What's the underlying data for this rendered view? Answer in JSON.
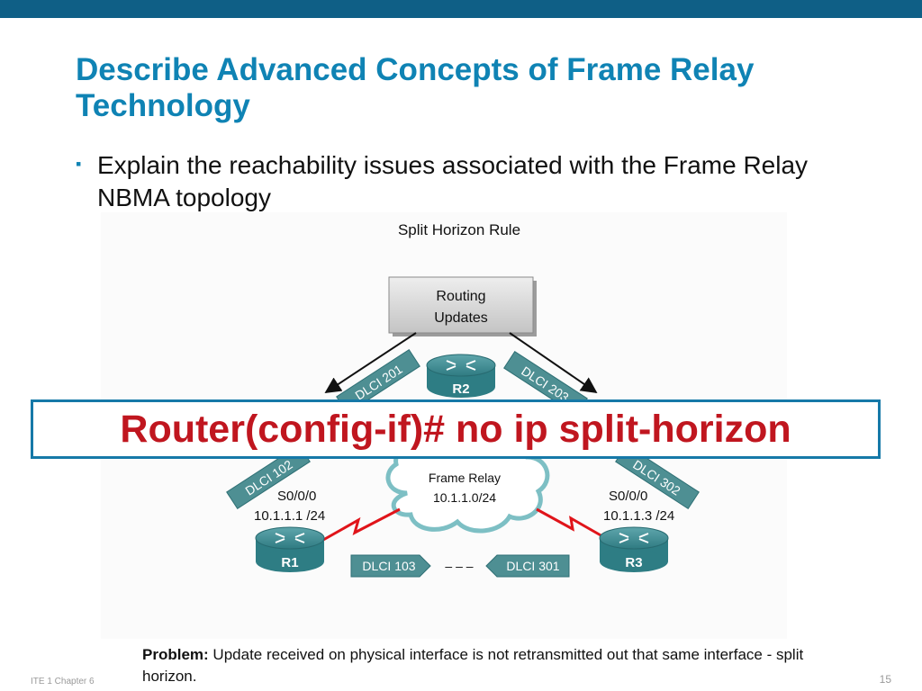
{
  "slide": {
    "title": "Describe Advanced Concepts of Frame Relay Technology",
    "bullet_marker": "▪",
    "bullet": "Explain the reachability issues associated with the Frame Relay NBMA topology"
  },
  "diagram": {
    "title": "Split Horizon Rule",
    "routing_updates": {
      "line1": "Routing",
      "line2": "Updates"
    },
    "routers": {
      "r1": {
        "label": "R1",
        "interface": "S0/0/0",
        "ip": "10.1.1.1 /24"
      },
      "r2": {
        "label": "R2"
      },
      "r3": {
        "label": "R3",
        "interface": "S0/0/0",
        "ip": "10.1.1.3 /24"
      }
    },
    "cloud": {
      "line1": "Frame Relay",
      "line2": "10.1.1.0/24"
    },
    "dlci": {
      "r2_left": "DLCI 201",
      "r2_right": "DLCI 203",
      "r1_up": "DLCI 102",
      "r3_up": "DLCI 302",
      "r1_right": "DLCI 103",
      "r3_left": "DLCI 301"
    },
    "dashes": "– – –"
  },
  "callout": {
    "command": "Router(config-if)# no ip split-horizon"
  },
  "problem": {
    "label": "Problem:",
    "text": "Update received on physical interface is not retransmitted out that same interface - split horizon."
  },
  "footer": {
    "left": "ITE 1 Chapter 6",
    "page": "15"
  },
  "colors": {
    "header_bar": "#0f5f86",
    "title": "#0f83b4",
    "callout_text": "#c0161f",
    "callout_border": "#1679a8",
    "router": "#2e7d84",
    "dlci_tag": "#4e8f93",
    "serial_link": "#e0141a"
  }
}
